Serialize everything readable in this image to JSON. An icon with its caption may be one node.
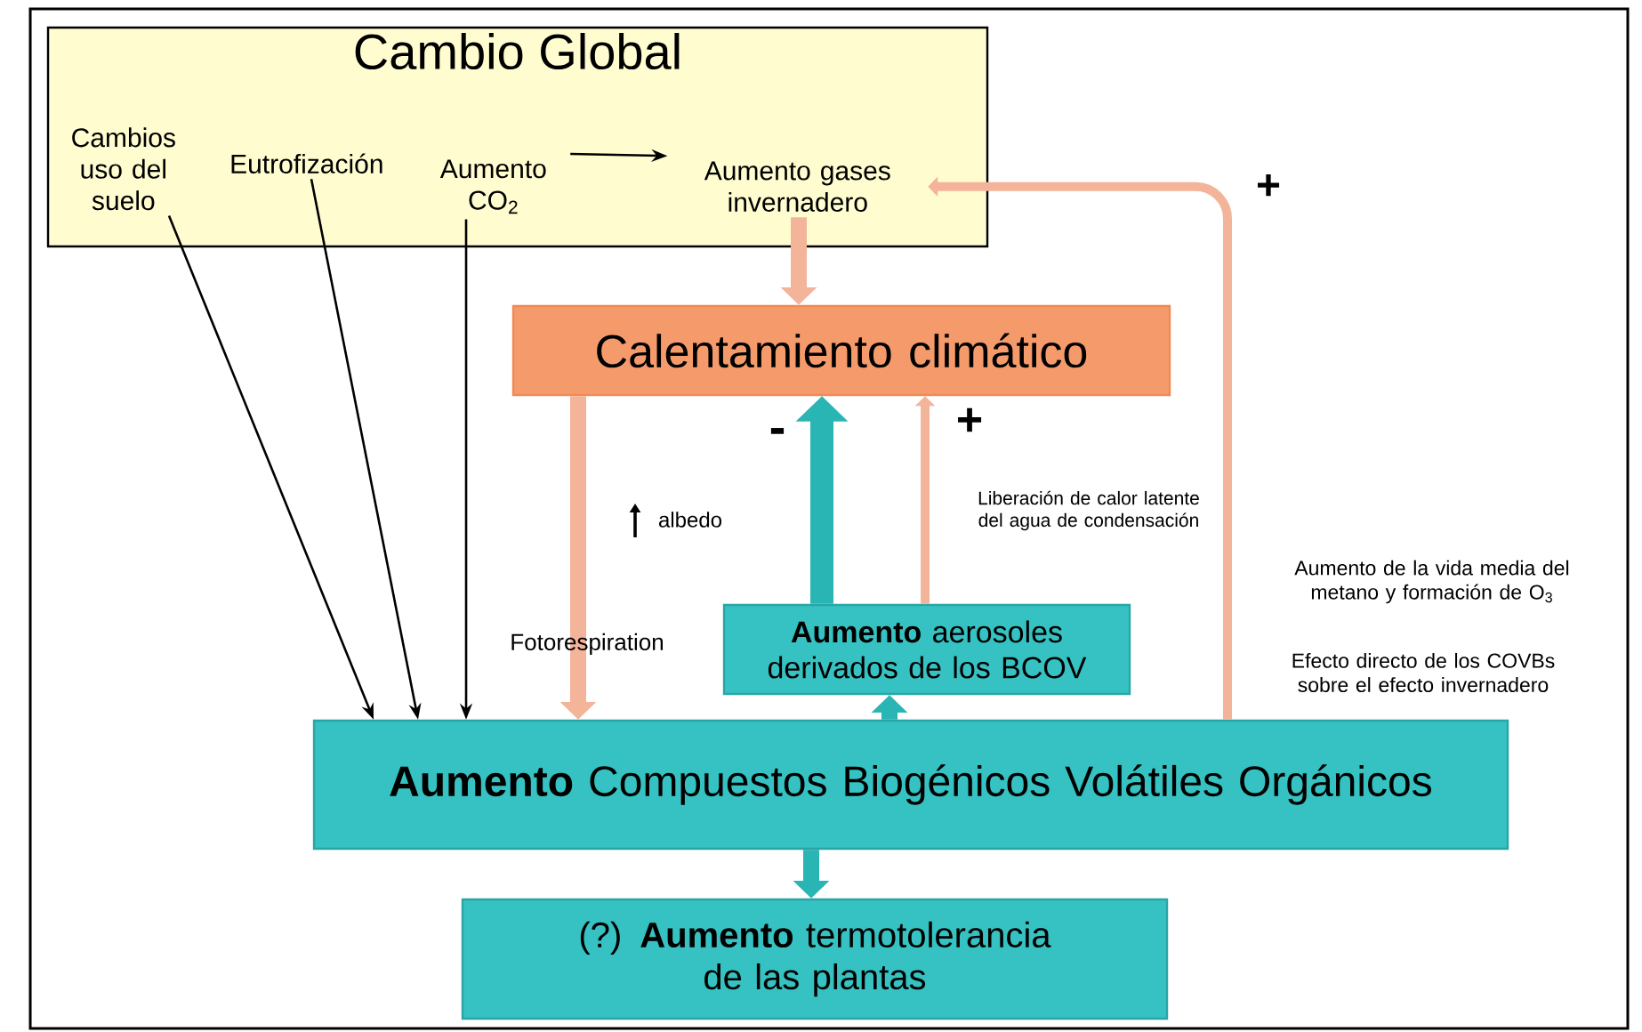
{
  "diagram": {
    "nodes": [
      {
        "text": [
          "Cambio Global"
        ]
      },
      {
        "text": [
          "Cambios uso del suelo"
        ],
        "in": 0
      },
      {
        "text": [
          "Eutrofización"
        ],
        "in": 0
      },
      {
        "text": [
          "Aumento CO$_{2}$"
        ],
        "in": 0
      },
      {
        "text": [
          "Aumento gases invernadero"
        ],
        "in": 0
      },
      {
        "text": [
          "Calentamiento climático"
        ]
      },
      {
        "text": [
          "**Aumento** aerosoles derivados de los BCOV"
        ]
      },
      {
        "text": [
          "**Aumento** Compuestos Biogénicos Volátiles Orgánicos"
        ]
      },
      {
        "text": [
          "(?) **Aumento** termotolerancia de las plantas"
        ]
      }
    ],
    "edges": [
      {
        "from": 1,
        "to": 7,
        "arrow": "to"
      },
      {
        "from": 2,
        "to": 7,
        "arrow": "to"
      },
      {
        "from": 3,
        "to": 7,
        "arrow": "to"
      },
      {
        "from": 3,
        "to": 4,
        "arrow": "to"
      },
      {
        "from": 4,
        "to": 5,
        "arrow": "to",
        "style": "thick",
        "color": "#f4b49a"
      },
      {
        "from": 5,
        "to": 7,
        "arrow": "to",
        "style": "thick",
        "color": "#f4b49a",
        "label": "Fotorespiration"
      },
      {
        "from": 6,
        "to": 5,
        "arrow": "to",
        "style": "thick",
        "color": "#2ab5b5",
        "label": "-"
      },
      {
        "from": 6,
        "to": 5,
        "arrow": "to",
        "color": "#f4b49a",
        "label": "+"
      },
      {
        "from": 7,
        "to": 6,
        "arrow": "to",
        "style": "thick",
        "color": "#2ab5b5"
      },
      {
        "from": 7,
        "to": 8,
        "arrow": "to",
        "style": "thick",
        "color": "#2ab5b5"
      },
      {
        "from": 7,
        "to": 4,
        "arrow": "to",
        "color": "#f4b49a",
        "label": "+"
      }
    ],
    "labels": [
      "albedo",
      "Liberación de calor latente del agua de condensación",
      "Aumento de la vida media del metano y formación de O$_{3}$",
      "Efecto directo de los COVBs sobre el efecto invernadero"
    ]
  }
}
